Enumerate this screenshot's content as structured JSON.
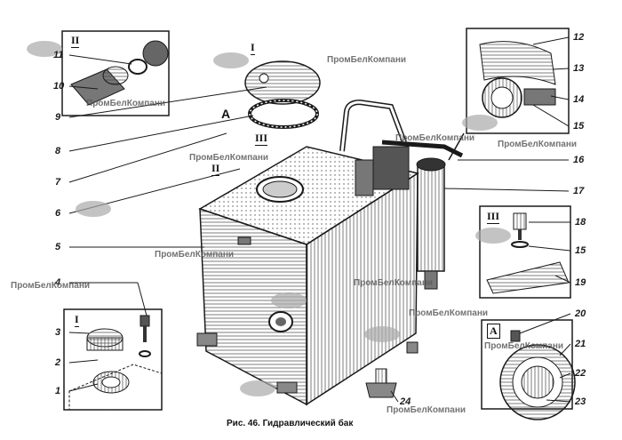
{
  "caption": "Рис. 46. Гидравлический бак",
  "view_label": "А",
  "inset_labels": {
    "top_left": "II",
    "top_center": "I",
    "bottom_left": "I",
    "mid_right": "III",
    "bottom_right": "А",
    "tank_ii": "II",
    "tank_iii": "III"
  },
  "part_numbers": [
    "1",
    "2",
    "3",
    "4",
    "5",
    "6",
    "7",
    "8",
    "9",
    "10",
    "11",
    "12",
    "13",
    "14",
    "15",
    "16",
    "17",
    "18",
    "15",
    "19",
    "20",
    "21",
    "22",
    "23",
    "24"
  ],
  "watermark": "ПромБелКомпани",
  "colors": {
    "ink": "#1a1a1a",
    "bg": "#ffffff",
    "watermark": "#5a5a5a"
  }
}
